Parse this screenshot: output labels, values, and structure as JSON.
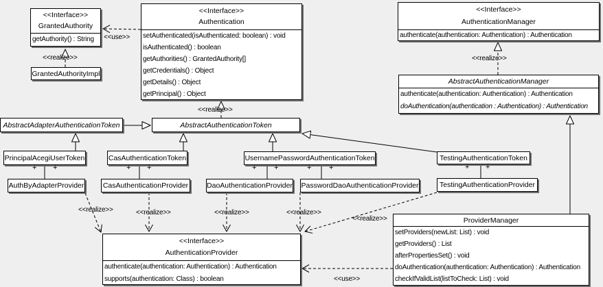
{
  "diagram": {
    "background": "#efefef",
    "box_fill": "#ffffff",
    "line_color": "#000000",
    "shadow_color": "#6e6e6e"
  },
  "classes": {
    "granted_authority": {
      "stereotype": "<<Interface>>",
      "name": "GrantedAuthority",
      "methods": [
        "getAuthority() : String"
      ]
    },
    "granted_authority_impl": {
      "name": "GrantedAuthorityImpl"
    },
    "authentication": {
      "stereotype": "<<Interface>>",
      "name": "Authentication",
      "methods": [
        "setAuthenticated(isAuthenticated: boolean) : void",
        "isAuthenticated() : boolean",
        "getAuthorities() : GrantedAuthority[]",
        "getCredentials() : Object",
        "getDetails() : Object",
        "getPrincipal() : Object"
      ]
    },
    "authentication_manager": {
      "stereotype": "<<Interface>>",
      "name": "AuthenticationManager",
      "methods": [
        "authenticate(authentication: Authentication) : Authentication"
      ]
    },
    "abstract_authentication_manager": {
      "name": "AbstractAuthenticationManager",
      "methods": [
        "authenticate(authentication: Authentication) : Authentication",
        "doAuthentication(authentication : Authentication) : Authentication"
      ]
    },
    "abstract_adapter_authentication_token": {
      "name": "AbstractAdapterAuthenticationToken"
    },
    "abstract_authentication_token": {
      "name": "AbstractAuthenticationToken"
    },
    "principal_acegi_user_token": {
      "name": "PrincipalAcegiUserToken"
    },
    "cas_authentication_token": {
      "name": "CasAuthenticationToken"
    },
    "username_password_authentication_token": {
      "name": "UsernamePasswordAuthenticationToken"
    },
    "testing_authentication_token": {
      "name": "TestingAuthenticationToken"
    },
    "auth_by_adapter_provider": {
      "name": "AuthByAdapterProvider"
    },
    "cas_authentication_provider": {
      "name": "CasAuthenticationProvider"
    },
    "dao_authentication_provider": {
      "name": "DaoAuthenticationProvider"
    },
    "password_dao_authentication_provider": {
      "name": "PasswordDaoAuthenticationProvider"
    },
    "testing_authentication_provider": {
      "name": "TestingAuthenticationProvider"
    },
    "provider_manager": {
      "name": "ProviderManager",
      "methods": [
        "setProviders(newList: List) : void",
        "getProviders() : List",
        "afterPropertiesSet() : void",
        "doAuthentication(authentication: Authentication) : Authentication",
        "checkIfValidList(listToCheck: List) : void"
      ]
    },
    "authentication_provider": {
      "stereotype": "<<Interface>>",
      "name": "AuthenticationProvider",
      "methods": [
        "authenticate(authentication: Authentication) : Authentication",
        "supports(authentication: Class) : boolean"
      ]
    }
  },
  "edge_labels": {
    "use": "<<use>>",
    "realize": "<<realize>>",
    "plus": "+"
  }
}
